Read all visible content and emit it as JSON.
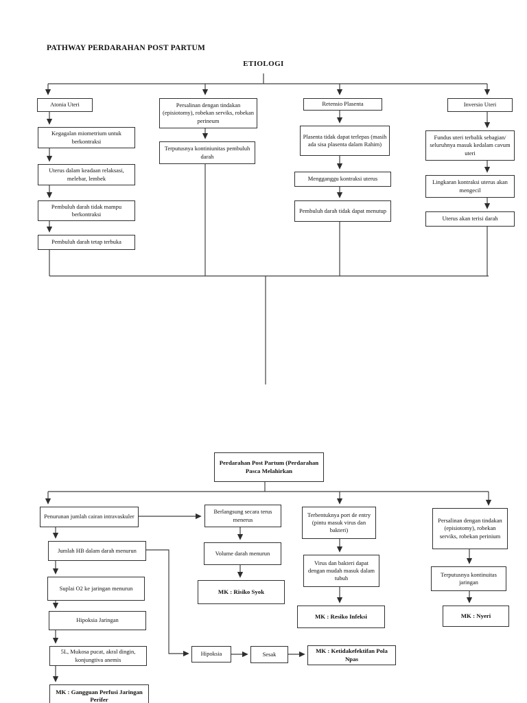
{
  "page": {
    "title": "PATHWAY PERDARAHAN POST PARTUM",
    "section_label": "ETIOLOGI"
  },
  "etiologi": {
    "atonia_chain": [
      "Atonia Uteri",
      "Kegagalan miometrium untuk berkontraksi",
      "Uterus dalam keadaan relaksasi, melebar, lembek",
      "Pembuluh darah tidak mampu berkontraksi",
      "Pembuluh darah tetap terbuka"
    ],
    "persalinan_chain": [
      "Persalinan dengan tindakan (episiotomy), robekan serviks, robekan perineum",
      "Terputusnya kontiniunitas pembuluh darah"
    ],
    "retensio_chain": [
      "Retensio Plasenta",
      "Plasenta tidak dapat terlepas (masih ada sisa plasenta dalam Rahim)",
      "Mengganggu kontraksi uterus",
      "Pembuluh darah tidak dapat menutup"
    ],
    "inversio_chain": [
      "Inversio Uteri",
      "Fundus uteri terbalik sebagian/ seluruhnya masuk kedalam cavum uteri",
      "Lingkaran kontraksi uterus akan mengecil",
      "Uterus akan terisi darah"
    ]
  },
  "central_node": "Perdarahan Post Partum (Perdarahan Pasca Melahirkan",
  "effects": {
    "perfusi_chain": [
      "Penurunan jumlah cairan intravaskuler",
      "Jumlah HB dalam darah menurun",
      "Suplai O2 ke jaringan menurun",
      "Hipoksia Jaringan",
      "5L, Mukosa pucat, akral dingin, konjungtiva anemis",
      "MK : Gangguan Perfusi Jaringan Perifer"
    ],
    "syok_chain": [
      "Berlangsung secara terus menerus",
      "Volume darah menurun",
      "MK : Risiko Syok"
    ],
    "infeksi_chain": [
      "Terbentuknya port de entry (pintu masuk virus dan bakteri)",
      "Virus dan bakteri dapat dengan mudah masuk dalam tubuh",
      "MK : Resiko Infeksi"
    ],
    "nyeri_chain": [
      "Persalinan dengan tindakan (episiotomy), robekan serviks, robekan perinium",
      "Terputusnya kontinuitas jaringan",
      "MK : Nyeri"
    ],
    "napas_chain": [
      "Hipoksia",
      "Sesak",
      "MK : Ketidakefektifan Pola Npas"
    ]
  },
  "colors": {
    "background": "#ffffff",
    "line": "#3f3f3f",
    "box_border": "#2e2e2e",
    "text": "#111111"
  }
}
